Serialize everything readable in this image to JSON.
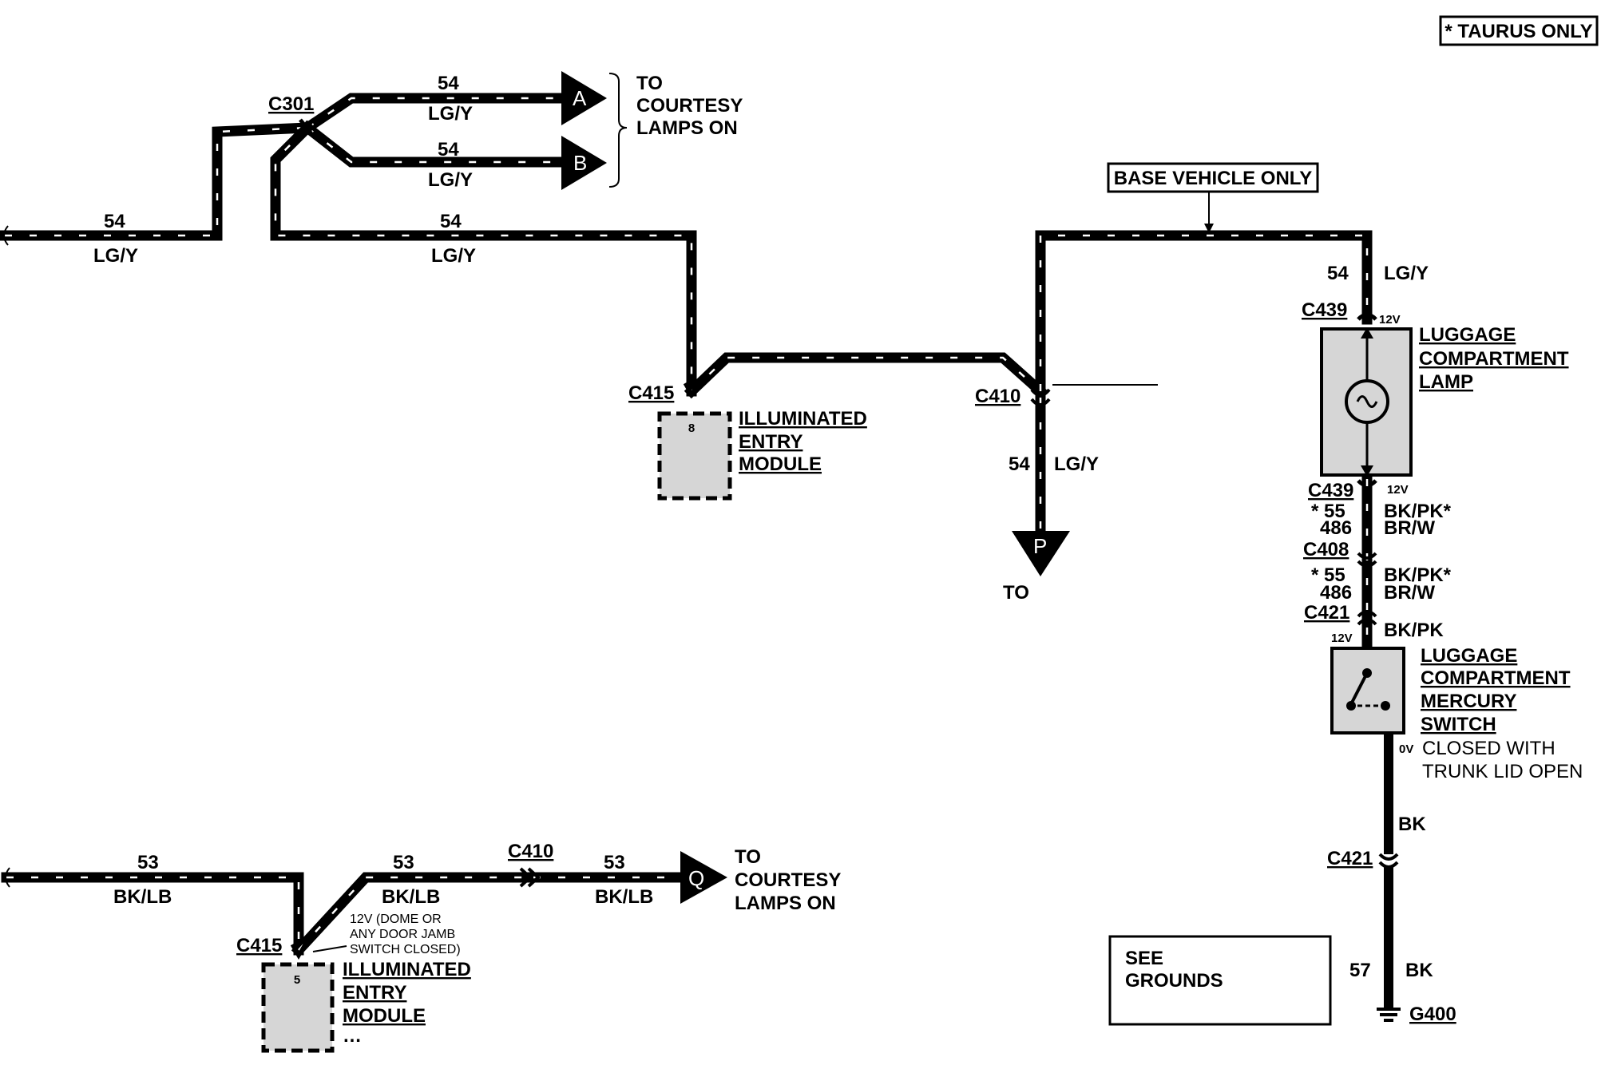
{
  "corner_note": "* TAURUS ONLY",
  "base_vehicle_note": "BASE VEHICLE ONLY",
  "circuits": {
    "c54": "54",
    "c54_color": "LG/Y",
    "c53": "53",
    "c53_color": "BK/LB",
    "c55_star": "* 55",
    "c55_color": "BK/PK*",
    "c486": "486",
    "c486_color": "BR/W",
    "bkpk": "BK/PK",
    "bk": "BK",
    "c57": "57"
  },
  "connectors": {
    "c301": "C301",
    "c415": "C415",
    "c410": "C410",
    "c439": "C439",
    "c408": "C408",
    "c421": "C421",
    "g400": "G400"
  },
  "voltages": {
    "v12": "12V",
    "v0": "0V"
  },
  "destinations": {
    "a": "A",
    "b": "B",
    "p": "P",
    "q": "Q",
    "to": "TO",
    "courtesy_line1": "TO",
    "courtesy_line2": "COURTESY",
    "courtesy_line3": "LAMPS ON"
  },
  "components": {
    "iem_line1": "ILLUMINATED",
    "iem_line2": "ENTRY",
    "iem_line3": "MODULE",
    "iem_pin8": "8",
    "iem_pin5": "5",
    "iem_cutoff": "…",
    "lamp_line1": "LUGGAGE",
    "lamp_line2": "COMPARTMENT",
    "lamp_line3": "LAMP",
    "switch_line1": "LUGGAGE",
    "switch_line2": "COMPARTMENT",
    "switch_line3": "MERCURY",
    "switch_line4": "SWITCH",
    "switch_note1": "CLOSED WITH",
    "switch_note2": "TRUNK LID OPEN"
  },
  "notes": {
    "dome_line1": "12V (DOME OR",
    "dome_line2": "ANY DOOR  JAMB",
    "dome_line3": "SWITCH  CLOSED)",
    "grounds_line1": "SEE",
    "grounds_line2": "GROUNDS"
  }
}
